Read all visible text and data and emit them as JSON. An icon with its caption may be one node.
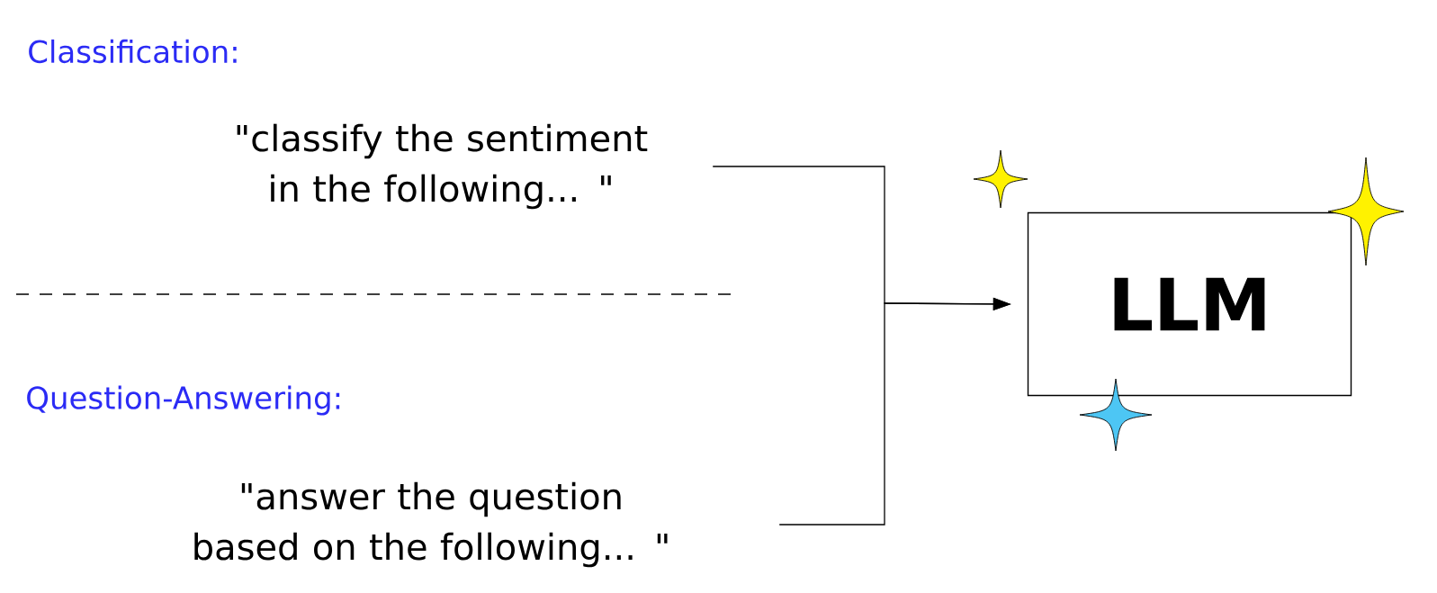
{
  "diagram": {
    "nodes": [
      {
        "text": [
          "\"classify the sentiment in the following... \""
        ]
      },
      {
        "text": [
          "\"answer the question based on the following... \""
        ]
      },
      {
        "text": [
          "LLM"
        ]
      }
    ],
    "edges": [
      {
        "from": 0,
        "to": 2,
        "arrow": "to"
      },
      {
        "from": 1,
        "to": 2,
        "arrow": "to"
      }
    ],
    "labels": [
      "Classification:",
      "Question-Answering:"
    ]
  }
}
